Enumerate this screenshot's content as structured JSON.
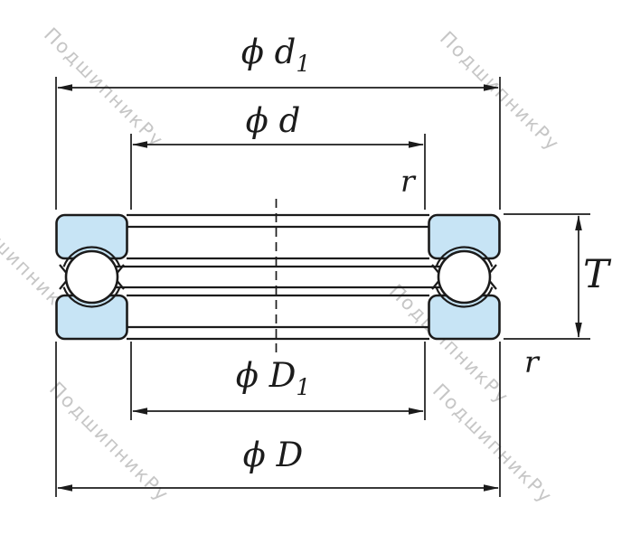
{
  "watermark": {
    "text": "ПодшипникРу"
  },
  "labels": {
    "dim_d1": {
      "main": "ϕ d",
      "sub": "1"
    },
    "dim_d": {
      "main": "ϕ d"
    },
    "r_top": "r",
    "dim_T": "T",
    "r_side": "r",
    "dim_D1": {
      "main": "ϕ D",
      "sub": "1"
    },
    "dim_D": {
      "main": "ϕ D"
    }
  },
  "colors": {
    "line": "#1b1b1b",
    "washer_fill": "#c7e4f5",
    "ball_fill": "#ffffff",
    "watermark": "#c6c6c6",
    "background": "#ffffff"
  }
}
